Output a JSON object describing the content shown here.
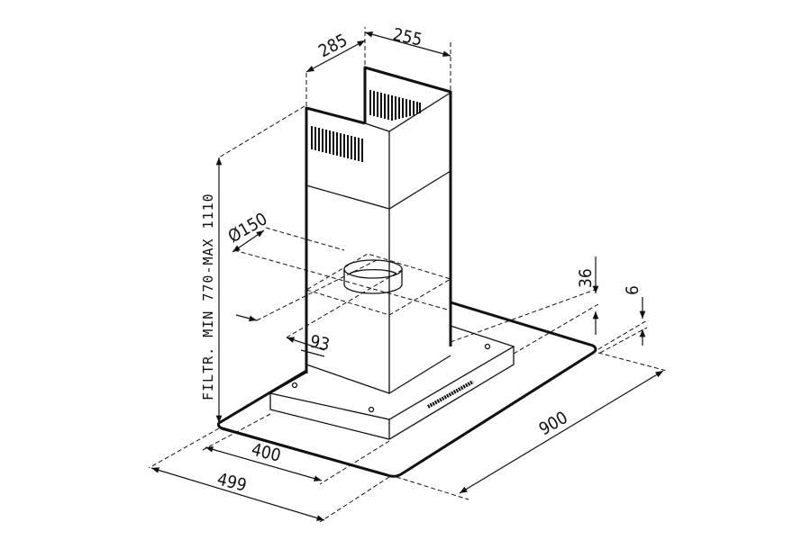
{
  "diagram": {
    "title": "Chimney hood dimensions",
    "dimensions": {
      "chimney_depth": "285",
      "chimney_width": "255",
      "duct_diameter": "Ø150",
      "duct_offset": "93",
      "motor_box_height": "36",
      "glass_thickness": "6",
      "motor_box_depth": "400",
      "hood_depth": "499",
      "hood_width": "900",
      "height_range": "FILTR. MIN 770-MAX 1110"
    },
    "colors": {
      "line": "#111111",
      "background": "#ffffff"
    }
  }
}
